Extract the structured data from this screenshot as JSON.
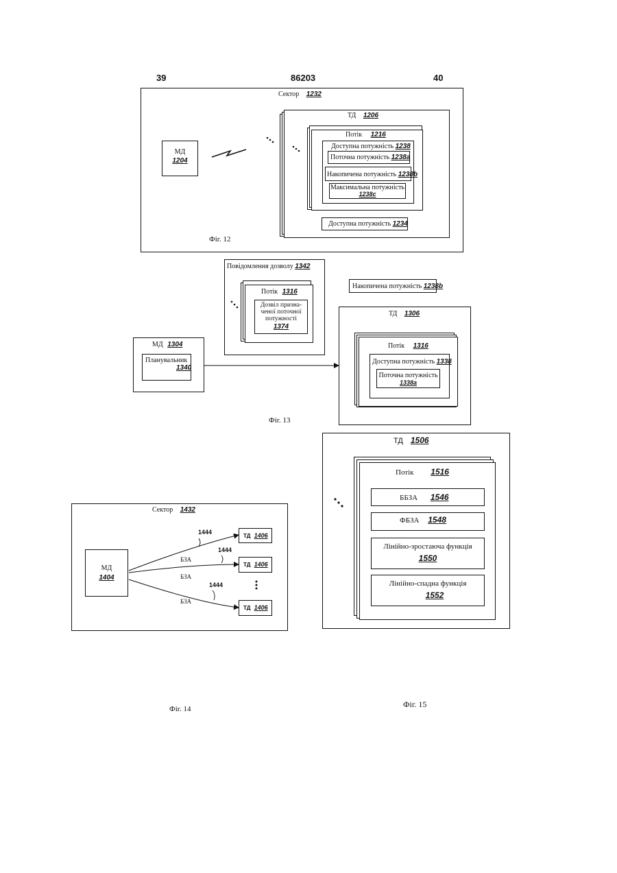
{
  "header": {
    "left": "39",
    "center": "86203",
    "right": "40"
  },
  "fig12": {
    "sector": "Сектор",
    "sector_no": "1232",
    "md": "МД",
    "md_no": "1204",
    "td": "ТД",
    "td_no": "1206",
    "stream": "Потік",
    "stream_no": "1216",
    "avail": "Доступна потужність",
    "avail_no": "1238",
    "current": "Поточна потужність",
    "current_no": "1238a",
    "accum": "Накопичена потужність",
    "accum_no": "1238b",
    "max": "Максимальна потужність",
    "max_no": "1238c",
    "avail2": "Доступна потужність",
    "avail2_no": "1234",
    "caption": "Фіг. 12"
  },
  "fig13": {
    "grant_msg": "Повідомлення дозволу",
    "grant_msg_no": "1342",
    "stream": "Потік",
    "stream_no": "1316",
    "grant_l1": "Дозвіл призна-",
    "grant_l2": "ченої поточної",
    "grant_l3": "потужності",
    "grant_no": "1374",
    "accum": "Накопичена потужність",
    "accum_no": "1238b",
    "md": "МД",
    "md_no": "1304",
    "scheduler": "Планувальник",
    "scheduler_no": "1340",
    "td": "ТД",
    "td_no": "1306",
    "stream2": "Потік",
    "stream2_no": "1316",
    "avail": "Доступна потужність",
    "avail_no": "1338",
    "current": "Поточна потужність",
    "current_no": "1338a",
    "caption": "Фіг. 13"
  },
  "fig14": {
    "sector": "Сектор",
    "sector_no": "1432",
    "md": "МД",
    "md_no": "1404",
    "link_no": "1444",
    "link_label": "БЗА",
    "td": "ТД",
    "td_no": "1406",
    "caption": "Фіг. 14"
  },
  "fig15": {
    "td": "ТД",
    "td_no": "1506",
    "stream": "Потік",
    "stream_no": "1516",
    "bbza": "ББЗА",
    "bbza_no": "1546",
    "fbza": "ФБЗА",
    "fbza_no": "1548",
    "ramp_up": "Лінійно-зростаюча функція",
    "ramp_up_no": "1550",
    "ramp_down": "Лінійно-спадна функція",
    "ramp_down_no": "1552",
    "caption": "Фіг. 15"
  }
}
